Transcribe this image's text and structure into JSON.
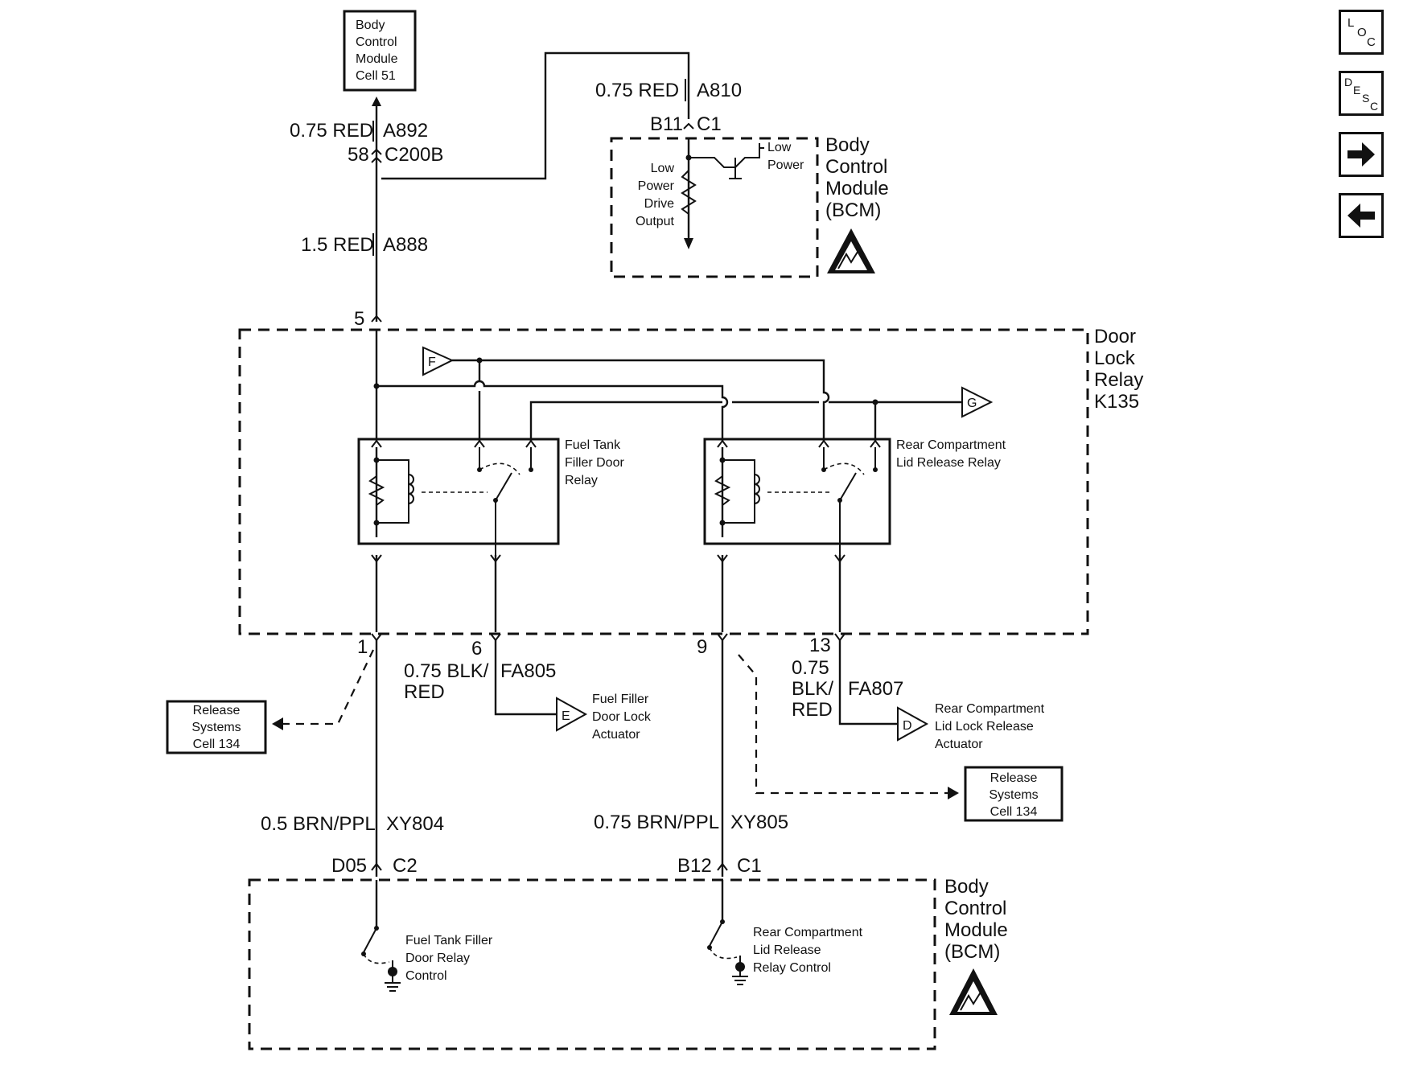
{
  "nav": {
    "loc_letters": [
      "L",
      "O",
      "C"
    ],
    "desc_letters": [
      "D",
      "E",
      "S",
      "C"
    ],
    "next_icon": "arrow-right-icon",
    "prev_icon": "arrow-left-icon"
  },
  "refs": {
    "bcm_cell51": [
      "Body",
      "Control",
      "Module",
      "Cell 51"
    ],
    "release_left": [
      "Release",
      "Systems",
      "Cell 134"
    ],
    "release_right": [
      "Release",
      "Systems",
      "Cell 134"
    ]
  },
  "wires": {
    "a892_gauge": "0.75 RED",
    "a892_circuit": "A892",
    "c200b_pin": "58",
    "c200b_conn": "C200B",
    "a888_gauge": "1.5 RED",
    "a888_circuit": "A888",
    "a810_gauge": "0.75 RED",
    "a810_circuit": "A810",
    "b11_pin": "B11",
    "b11_conn": "C1",
    "fa805_gauge_1": "0.75 BLK/",
    "fa805_gauge_2": "RED",
    "fa805_circuit": "FA805",
    "fa807_gauge_1": "0.75",
    "fa807_gauge_2": "BLK/",
    "fa807_gauge_3": "RED",
    "fa807_circuit": "FA807",
    "xy804_gauge": "0.5 BRN/PPL",
    "xy804_circuit": "XY804",
    "xy805_gauge": "0.75 BRN/PPL",
    "xy805_circuit": "XY805",
    "d05_pin": "D05",
    "d05_conn": "C2",
    "b12_pin": "B12",
    "b12_conn": "C1"
  },
  "pins": {
    "p5": "5",
    "p1": "1",
    "p6": "6",
    "p9": "9",
    "p13": "13"
  },
  "bcm_top": {
    "title": [
      "Body",
      "Control",
      "Module",
      "(BCM)"
    ],
    "output_label": [
      "Low",
      "Power",
      "Drive",
      "Output"
    ],
    "low_power": [
      "Low",
      "Power"
    ]
  },
  "relay": {
    "title": [
      "Door",
      "Lock",
      "Relay",
      "K135"
    ],
    "fuel_relay": [
      "Fuel Tank",
      "Filler Door",
      "Relay"
    ],
    "rear_relay": [
      "Rear Compartment",
      "Lid Release Relay"
    ],
    "tag_f": "F",
    "tag_g": "G"
  },
  "actuators": {
    "tag_e": "E",
    "fuel": [
      "Fuel Filler",
      "Door Lock",
      "Actuator"
    ],
    "tag_d": "D",
    "rear": [
      "Rear Compartment",
      "Lid Lock Release",
      "Actuator"
    ]
  },
  "bcm_bottom": {
    "title": [
      "Body",
      "Control",
      "Module",
      "(BCM)"
    ],
    "fuel_control": [
      "Fuel Tank Filler",
      "Door Relay",
      "Control"
    ],
    "rear_control": [
      "Rear Compartment",
      "Lid Release",
      "Relay Control"
    ]
  }
}
